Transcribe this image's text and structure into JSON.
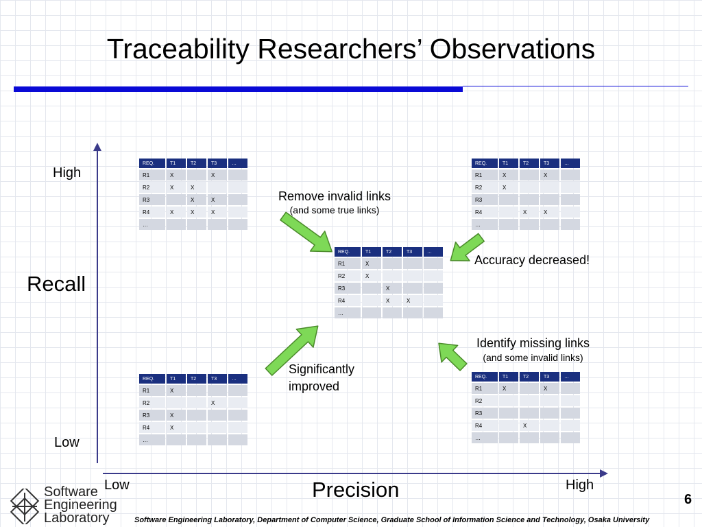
{
  "slide": {
    "title": "Traceability Researchers’ Observations",
    "page_number": "6",
    "footer": "Software Engineering Laboratory, Department of Computer Science, Graduate School of Information Science and Technology, Osaka University"
  },
  "axes": {
    "y_label": "Recall",
    "y_high": "High",
    "y_low": "Low",
    "x_label": "Precision",
    "x_low": "Low",
    "x_high": "High"
  },
  "annotations": {
    "remove_main": "Remove invalid links",
    "remove_sub": "(and some true links)",
    "accuracy": "Accuracy decreased!",
    "identify_main": "Identify missing links",
    "identify_sub": "(and some invalid links)",
    "improved_line1": "Significantly",
    "improved_line2": "improved"
  },
  "matrix_header": [
    "REQ.",
    "T1",
    "T2",
    "T3",
    "…"
  ],
  "matrices": {
    "top_left": [
      [
        "R1",
        "X",
        "",
        "X",
        ""
      ],
      [
        "R2",
        "X",
        "X",
        "",
        ""
      ],
      [
        "R3",
        "",
        "X",
        "X",
        ""
      ],
      [
        "R4",
        "X",
        "X",
        "X",
        ""
      ],
      [
        "…",
        "",
        "",
        "",
        ""
      ]
    ],
    "top_right": [
      [
        "R1",
        "X",
        "",
        "X",
        ""
      ],
      [
        "R2",
        "X",
        "",
        "",
        ""
      ],
      [
        "R3",
        "",
        "",
        "",
        ""
      ],
      [
        "R4",
        "",
        "X",
        "X",
        ""
      ],
      [
        "…",
        "",
        "",
        "",
        ""
      ]
    ],
    "center": [
      [
        "R1",
        "X",
        "",
        "",
        ""
      ],
      [
        "R2",
        "X",
        "",
        "",
        ""
      ],
      [
        "R3",
        "",
        "X",
        "",
        ""
      ],
      [
        "R4",
        "",
        "X",
        "X",
        ""
      ],
      [
        "…",
        "",
        "",
        "",
        ""
      ]
    ],
    "bottom_left": [
      [
        "R1",
        "X",
        "",
        "",
        ""
      ],
      [
        "R2",
        "",
        "",
        "X",
        ""
      ],
      [
        "R3",
        "X",
        "",
        "",
        ""
      ],
      [
        "R4",
        "X",
        "",
        "",
        ""
      ],
      [
        "…",
        "",
        "",
        "",
        ""
      ]
    ],
    "bottom_right": [
      [
        "R1",
        "X",
        "",
        "X",
        ""
      ],
      [
        "R2",
        "",
        "",
        "",
        ""
      ],
      [
        "R3",
        "",
        "",
        "",
        ""
      ],
      [
        "R4",
        "",
        "X",
        "",
        ""
      ],
      [
        "…",
        "",
        "",
        "",
        ""
      ]
    ]
  },
  "logo": {
    "line1": "Software",
    "line2": "Engineering",
    "line3": "Laboratory"
  },
  "colors": {
    "accent_blue": "#0a0ad6",
    "header_navy": "#1a2f7f",
    "arrow_green": "#7ed957",
    "arrow_outline": "#4a8a2a"
  }
}
